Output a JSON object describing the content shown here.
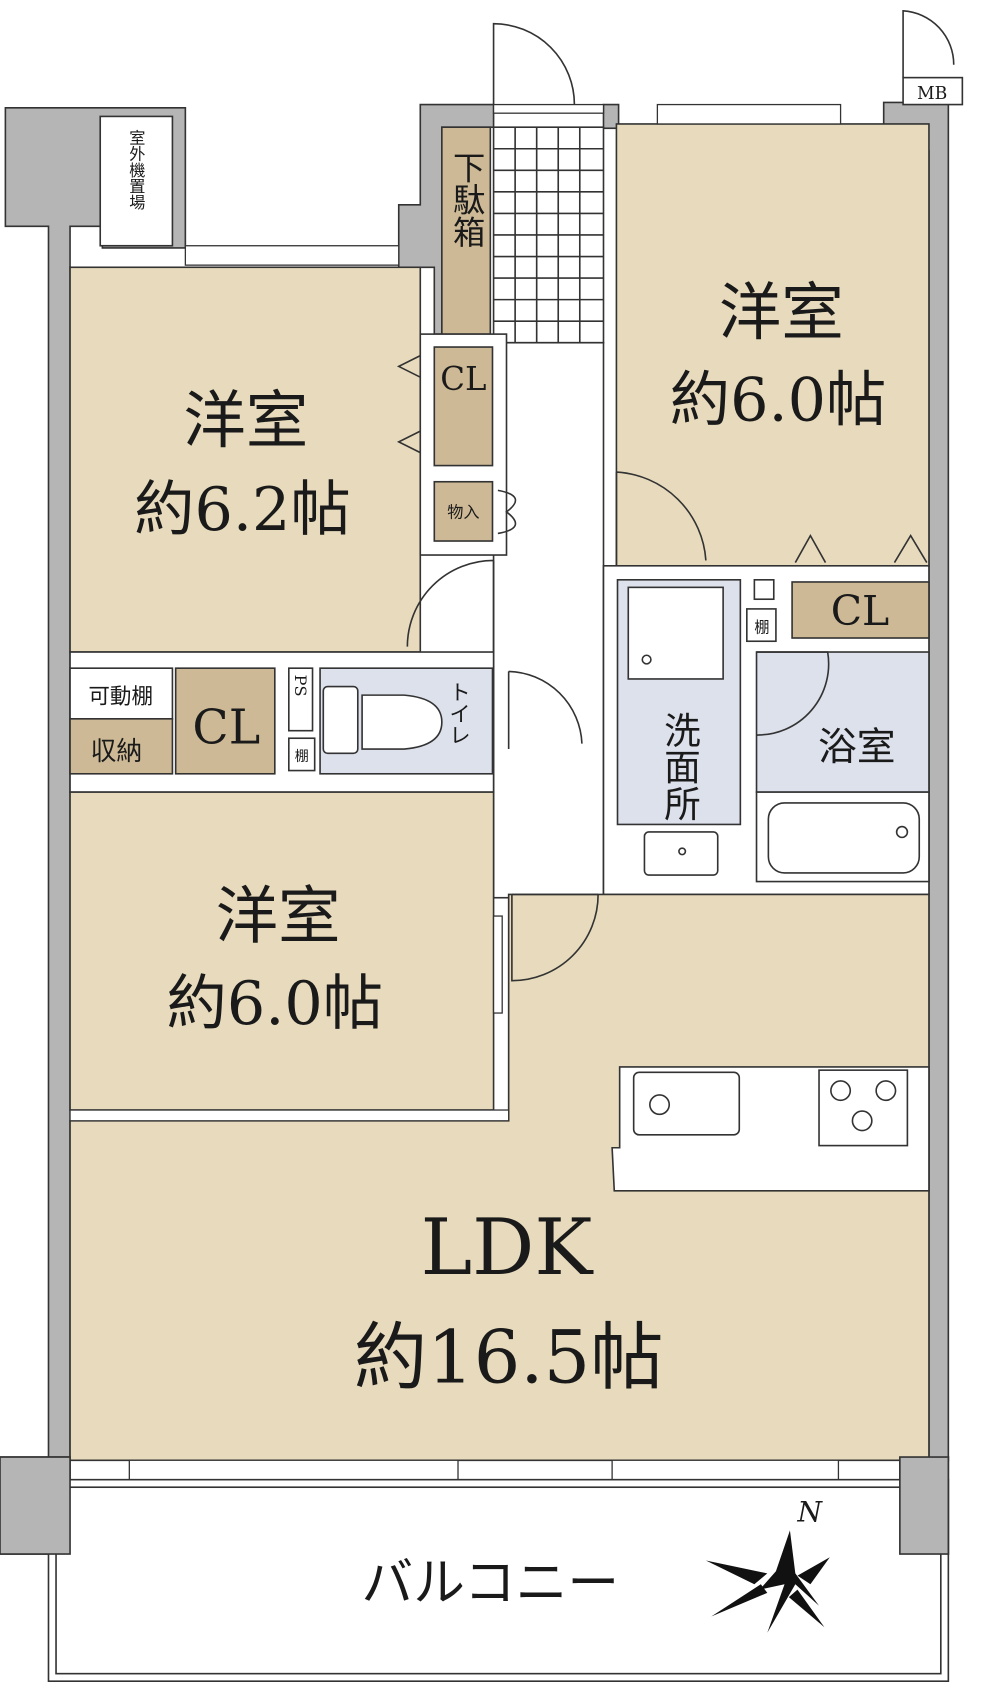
{
  "rooms": {
    "bedroom_nw": {
      "name": "洋室",
      "size": "約6.2帖"
    },
    "bedroom_ne": {
      "name": "洋室",
      "size": "約6.0帖"
    },
    "bedroom_sw": {
      "name": "洋室",
      "size": "約6.0帖"
    },
    "ldk": {
      "name": "LDK",
      "size": "約16.5帖"
    },
    "washroom": "洗面所",
    "bathroom": "浴室",
    "toilet": "トイレ",
    "balcony": "バルコニー"
  },
  "storage": {
    "outdoor_unit": "室外機置場",
    "shoe_box": "下駄箱",
    "cl_hall": "CL",
    "closet_small": "物入",
    "cl_sw": "CL",
    "movable_shelf": "可動棚",
    "storage": "収納",
    "ps": "PS",
    "shelf_toilet": "棚",
    "shelf_wash": "棚",
    "cl_ne": "CL",
    "mb": "MB"
  },
  "compass": {
    "label": "N"
  },
  "colors": {
    "room": "#e8dbbd",
    "storage": "#cdb996",
    "wet": "#dde1ec",
    "wall": "#b5b5b5"
  }
}
